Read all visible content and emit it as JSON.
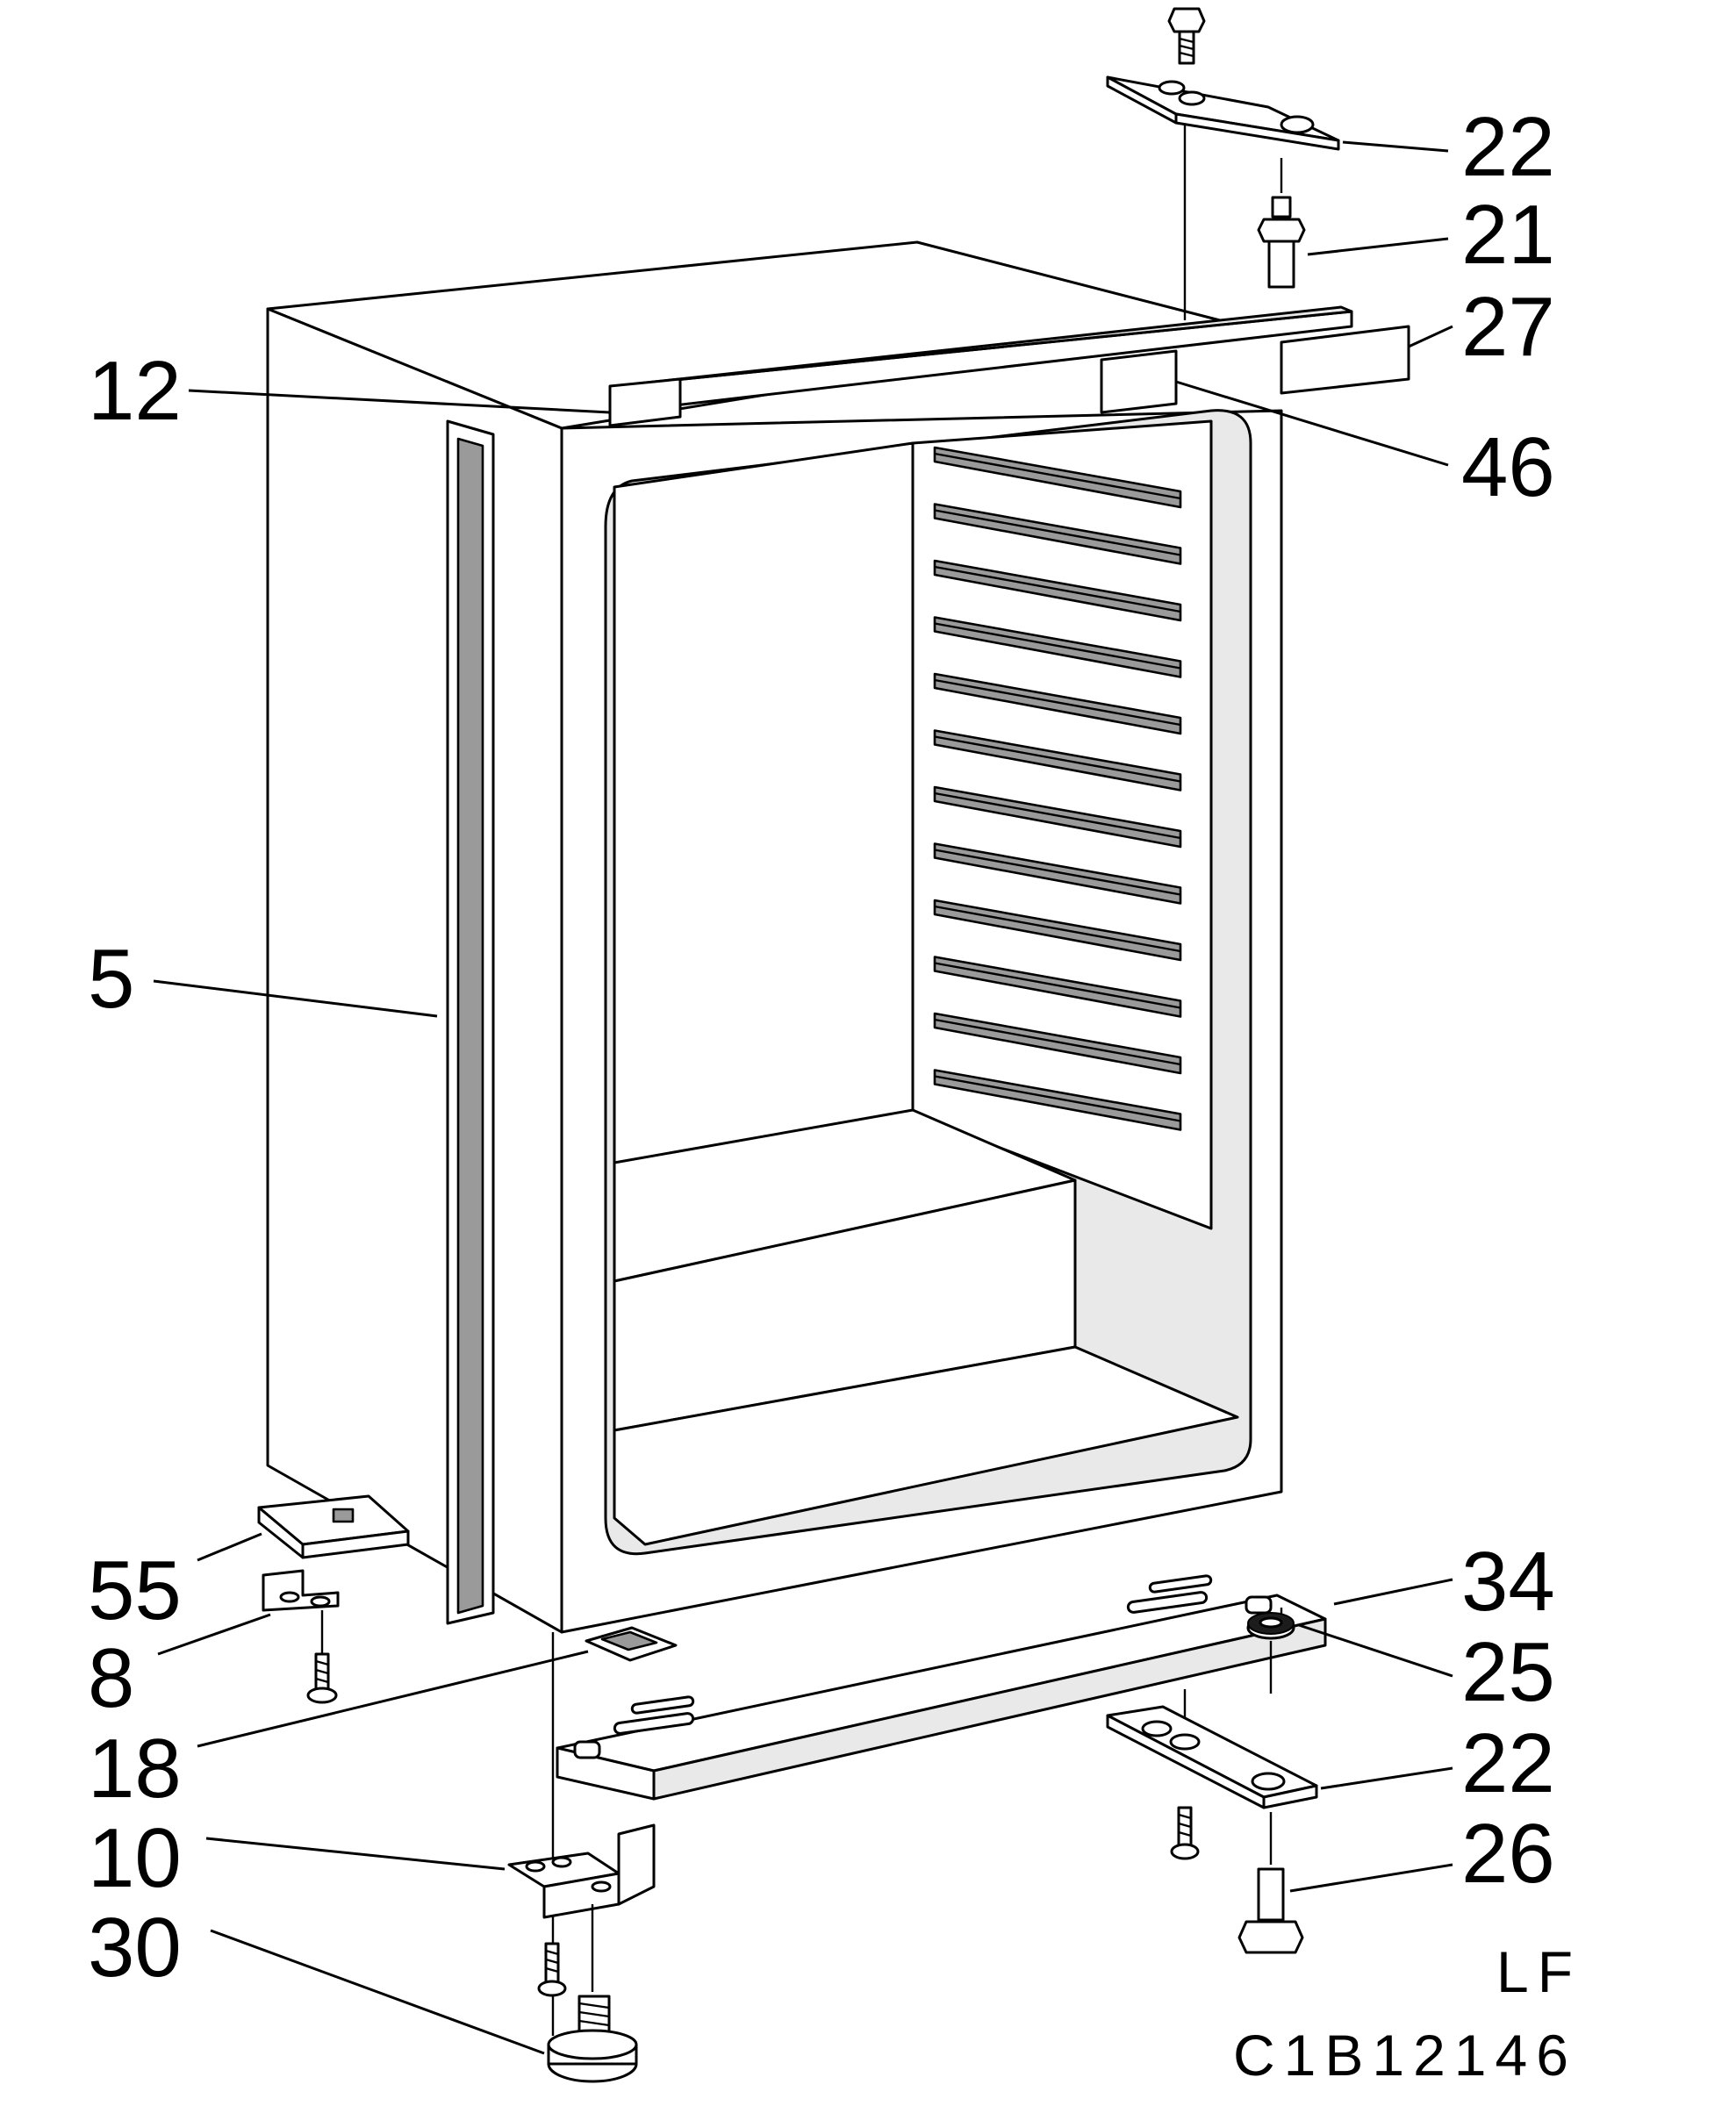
{
  "callouts": [
    {
      "id": "12",
      "text": "12"
    },
    {
      "id": "22-top",
      "text": "22"
    },
    {
      "id": "21",
      "text": "21"
    },
    {
      "id": "27",
      "text": "27"
    },
    {
      "id": "46",
      "text": "46"
    },
    {
      "id": "5",
      "text": "5"
    },
    {
      "id": "55",
      "text": "55"
    },
    {
      "id": "8",
      "text": "8"
    },
    {
      "id": "18",
      "text": "18"
    },
    {
      "id": "10",
      "text": "10"
    },
    {
      "id": "30",
      "text": "30"
    },
    {
      "id": "34",
      "text": "34"
    },
    {
      "id": "25",
      "text": "25"
    },
    {
      "id": "22-bottom",
      "text": "22"
    },
    {
      "id": "26",
      "text": "26"
    }
  ],
  "variant_code": "LF",
  "drawing_number": "C1B12146"
}
